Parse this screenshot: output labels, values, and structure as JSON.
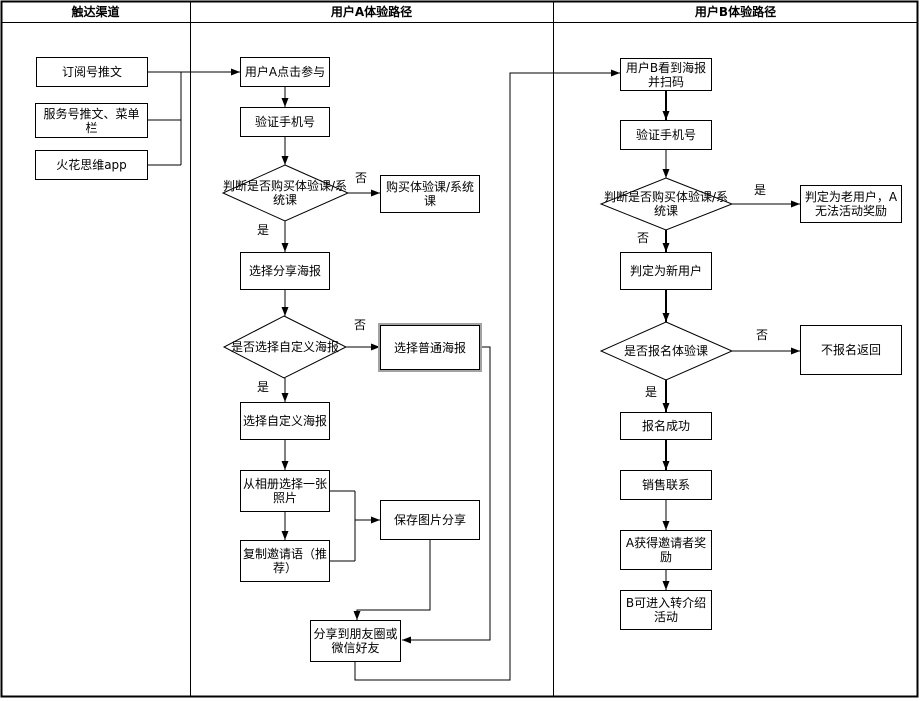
{
  "lanes": {
    "channels": {
      "title": "触达渠道"
    },
    "userA": {
      "title": "用户A体验路径"
    },
    "userB": {
      "title": "用户B体验路径"
    }
  },
  "nodes": {
    "subscription_post": {
      "label": "订阅号推文"
    },
    "service_post_menu": {
      "label": "服务号推文、菜单栏"
    },
    "huahua_app": {
      "label": "火花思维app"
    },
    "a_click_join": {
      "label": "用户A点击参与"
    },
    "a_verify_phone": {
      "label": "验证手机号"
    },
    "a_check_purchase": {
      "label": "判断是否购买体验课/系统课"
    },
    "a_buy_course": {
      "label": "购买体验课/系统课"
    },
    "a_choose_share_poster": {
      "label": "选择分享海报"
    },
    "a_check_custom_poster": {
      "label": "是否选择自定义海报"
    },
    "a_choose_normal_poster": {
      "label": "选择普通海报"
    },
    "a_choose_custom_poster": {
      "label": "选择自定义海报"
    },
    "a_pick_photo": {
      "label": "从相册选择一张照片"
    },
    "a_copy_invite": {
      "label": "复制邀请语（推荐）"
    },
    "a_save_image": {
      "label": "保存图片分享"
    },
    "a_share_moments": {
      "label": "分享到朋友圈或微信好友"
    },
    "b_see_poster": {
      "label": "用户B看到海报并扫码"
    },
    "b_verify_phone": {
      "label": "验证手机号"
    },
    "b_check_purchase": {
      "label": "判断是否购买体验课/系统课"
    },
    "b_old_user": {
      "label": "判定为老用户，A无法活动奖励"
    },
    "b_new_user": {
      "label": "判定为新用户"
    },
    "b_check_signup": {
      "label": "是否报名体验课"
    },
    "b_no_signup": {
      "label": "不报名返回"
    },
    "b_signup_success": {
      "label": "报名成功"
    },
    "b_sales_contact": {
      "label": "销售联系"
    },
    "b_a_reward": {
      "label": "A获得邀请者奖励"
    },
    "b_referral": {
      "label": "B可进入转介绍活动"
    }
  },
  "edge_labels": {
    "a_purchase_no": "否",
    "a_purchase_yes": "是",
    "a_custom_no": "否",
    "a_custom_yes": "是",
    "b_purchase_yes": "是",
    "b_purchase_no": "否",
    "b_signup_no": "否",
    "b_signup_yes": "是"
  },
  "colors": {
    "stroke": "#000000",
    "node_fill": "#ffffff",
    "selection_outline": "#a3a3a3"
  }
}
